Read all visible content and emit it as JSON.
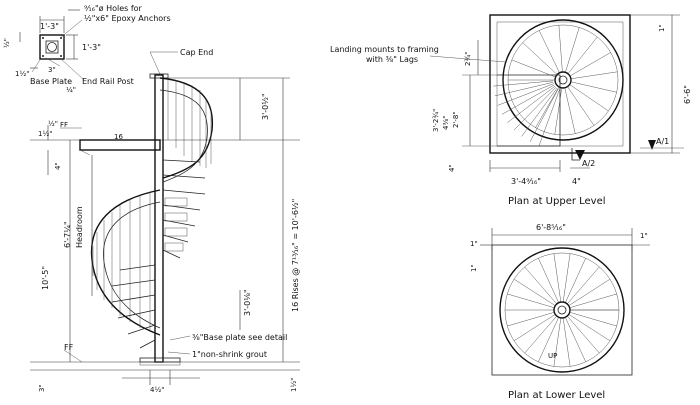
{
  "detail": {
    "hole_note_1": "⁹⁄₁₆\"ø Holes for",
    "hole_note_2": "½\"x6\" Epoxy Anchors",
    "dim_1_3a": "1'-3\"",
    "dim_1_3b": "1'-3\"",
    "dim_half_a": "½\"",
    "dim_1_half": "1½\"",
    "dim_3": "3\"",
    "dim_quarter": "¼\"",
    "base_plate": "Base Plate",
    "end_rail_post": "End Rail Post"
  },
  "elevation": {
    "cap_end": "Cap End",
    "ff_top": "FF",
    "ff_bottom": "FF",
    "dim_1_half": "1½\"",
    "dim_half": "½\"",
    "dim_16": "16",
    "dim_4": "4\"",
    "headroom_dim": "6'-7¼\"",
    "headroom": "Headroom",
    "total_height": "10'-5\"",
    "dim_3_0_half": "3'-0½\"",
    "rises": "16 Rises @ 7¹³⁄₁₆\" = 10'-6½\"",
    "dim_3_0_1_8": "3'-0⅛\"",
    "dim_3": "3\"",
    "dim_1_half_b": "1½\"",
    "dim_4_half": "4½\"",
    "base_plate_note": "⅜\"Base plate see detail",
    "grout_note": "1\"non-shrink grout"
  },
  "upper_plan": {
    "landing_note_1": "Landing mounts to framing",
    "landing_note_2": "with ⅜\" Lags",
    "dim_2_3_half": "2¾\"",
    "dim_3_2": "3'-2¾\"",
    "dim_4_3_8": "4⅜\"",
    "dim_2_8": "2'-8\"",
    "dim_1": "1\"",
    "dim_6_6": "6'-6\"",
    "dim_4": "4\"",
    "dim_3_4": "3'-4⁹⁄₁₆\"",
    "dim_4b": "4\"",
    "section_a1": "A/1",
    "section_a2": "A/2",
    "title": "Plan at Upper Level"
  },
  "lower_plan": {
    "dim_6_8": "6'-8⁵⁄₁₆\"",
    "dim_1a": "1\"",
    "dim_1b": "1\"",
    "dim_1c": "1\"",
    "up": "UP",
    "title": "Plan at Lower Level"
  }
}
